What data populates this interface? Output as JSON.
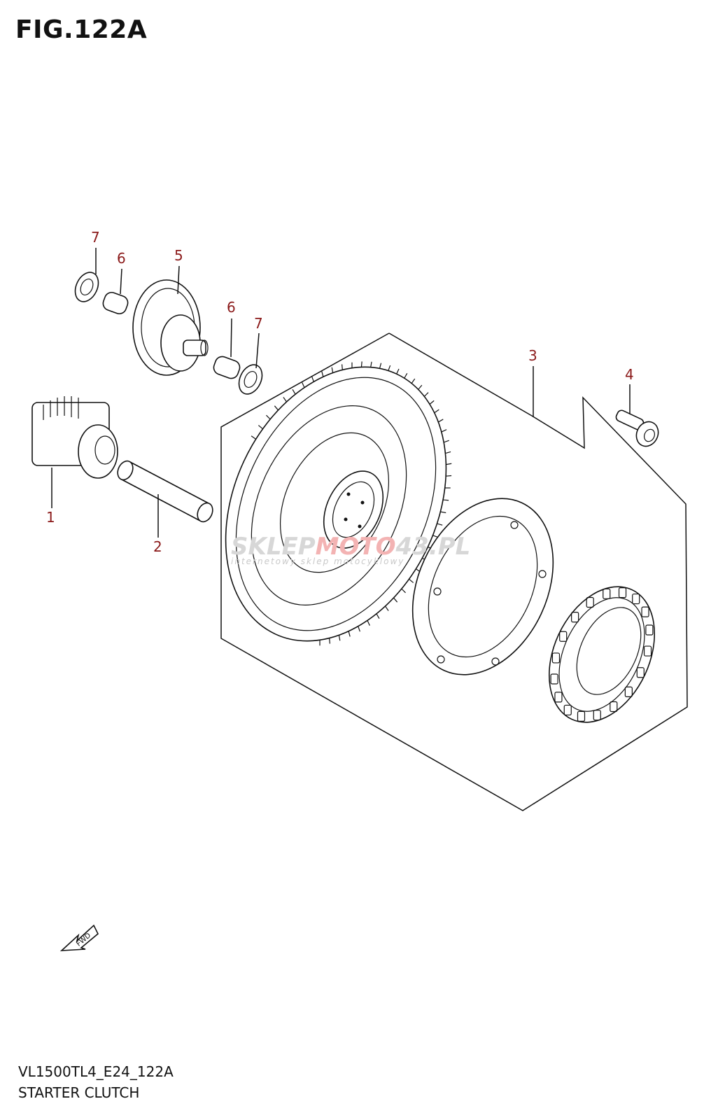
{
  "figure": {
    "title": "FIG.122A",
    "code": "VL1500TL4_E24_122A",
    "name": "STARTER CLUTCH"
  },
  "callouts": [
    {
      "id": "1",
      "part": "starter-idle-gear-no1"
    },
    {
      "id": "2",
      "part": "shaft"
    },
    {
      "id": "3",
      "part": "starter-clutch-assembly"
    },
    {
      "id": "4",
      "part": "bolt"
    },
    {
      "id": "5",
      "part": "starter-idle-gear-no2"
    },
    {
      "id": "6",
      "part": "bushing"
    },
    {
      "id": "7",
      "part": "washer"
    }
  ],
  "direction_arrow": {
    "label": "FWD",
    "icon": "forward-arrow-icon"
  },
  "watermark": {
    "main_a": "SKLEP",
    "main_b": "MOTO",
    "main_c": "43.PL",
    "sub": "internetowy sklep motocyklowy"
  },
  "colors": {
    "callout": "#8b1a1a",
    "line": "#111111",
    "watermark": "#d7d7d7",
    "watermark_accent": "#f3b3b3"
  }
}
